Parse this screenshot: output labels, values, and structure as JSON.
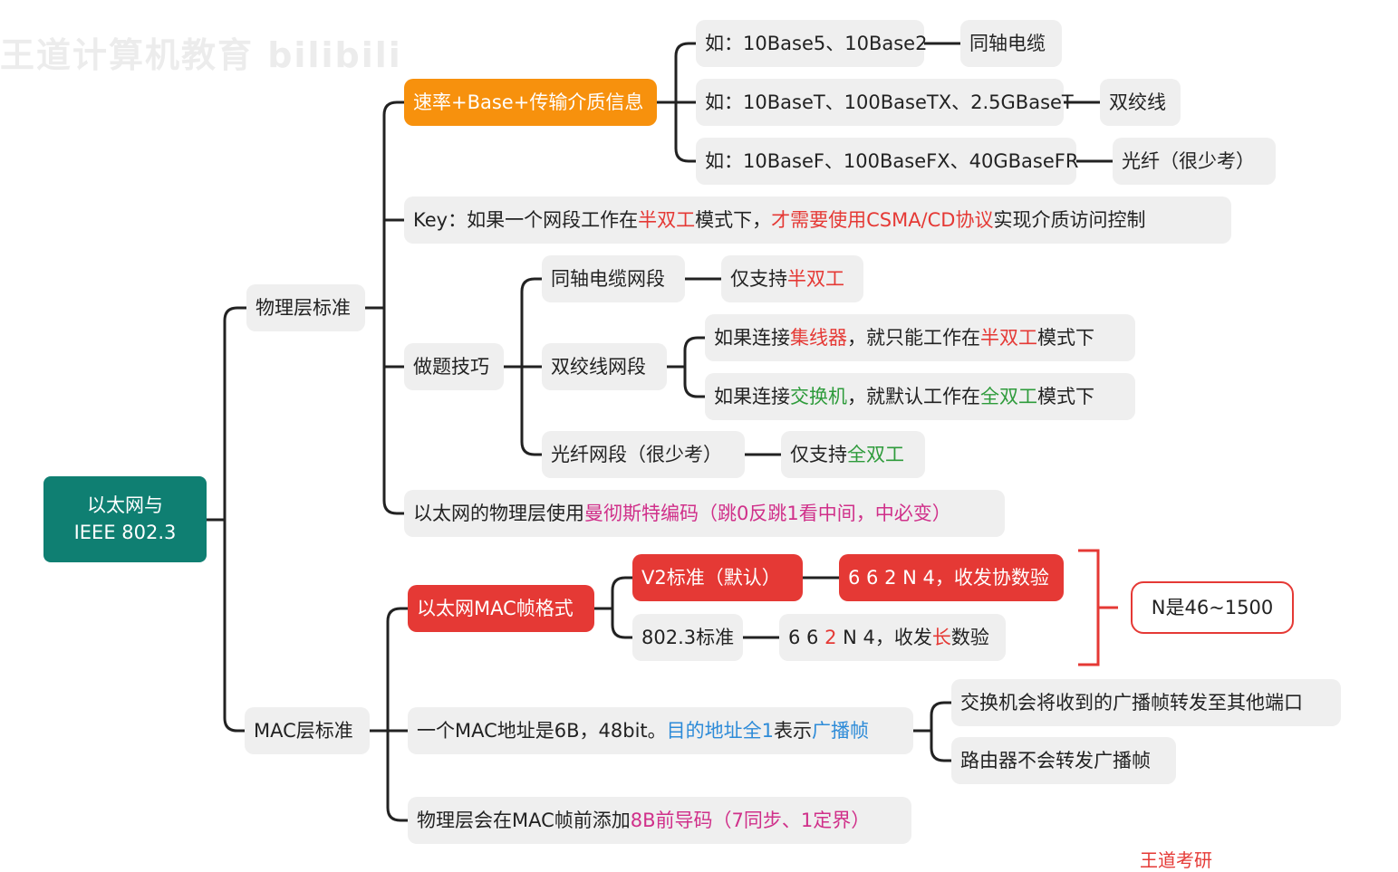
{
  "watermark": "王道计算机教育 bilibili",
  "corner_text": "王道考研",
  "root": {
    "line1": "以太网与",
    "line2": "IEEE 802.3"
  },
  "phys": {
    "label": "物理层标准",
    "rate": "速率+Base+传输介质信息",
    "ex1": "如：10Base5、10Base2",
    "ex1_media": "同轴电缆",
    "ex2": "如：10BaseT、100BaseTX、2.5GBaseT",
    "ex2_media": "双绞线",
    "ex3": "如：10BaseF、100BaseFX、40GBaseFR",
    "ex3_media": "光纤（很少考）",
    "key": {
      "a": "Key：如果一个网段工作在",
      "b": "半双工",
      "c": "模式下，",
      "d": "才需要使用CSMA/CD协议",
      "e": "实现介质访问控制"
    },
    "tips": "做题技巧",
    "coax_seg": "同轴电缆网段",
    "coax_only": {
      "a": "仅支持",
      "b": "半双工"
    },
    "tp_seg": "双绞线网段",
    "hub": {
      "a": "如果连接",
      "b": "集线器",
      "c": "，就只能工作在",
      "d": "半双工",
      "e": "模式下"
    },
    "switch": {
      "a": "如果连接",
      "b": "交换机",
      "c": "，就默认工作在",
      "d": "全双工",
      "e": "模式下"
    },
    "fiber_seg": "光纤网段（很少考）",
    "fiber_only": {
      "a": "仅支持",
      "b": "全双工"
    },
    "manchester": {
      "a": "以太网的物理层使用",
      "b": "曼彻斯特编码（跳0反跳1看中间，中必变）"
    }
  },
  "mac": {
    "label": "MAC层标准",
    "frame": "以太网MAC帧格式",
    "v2": "V2标准（默认）",
    "v2_fmt": "6 6 2 N 4，收发协数验",
    "std": "802.3标准",
    "std_fmt": {
      "a": "6 6 ",
      "b": "2",
      "c": " N 4，收发",
      "d": "长",
      "e": "数验"
    },
    "n_range": "N是46~1500",
    "addr": {
      "a": "一个MAC地址是6B，48bit。",
      "b": "目的地址全1",
      "c": "表示",
      "d": "广播帧"
    },
    "switch_fwd": "交换机会将收到的广播帧转发至其他端口",
    "router": "路由器不会转发广播帧",
    "preamble": {
      "a": "物理层会在MAC帧前添加",
      "b": "8B前导码（7同步、1定界）"
    }
  }
}
